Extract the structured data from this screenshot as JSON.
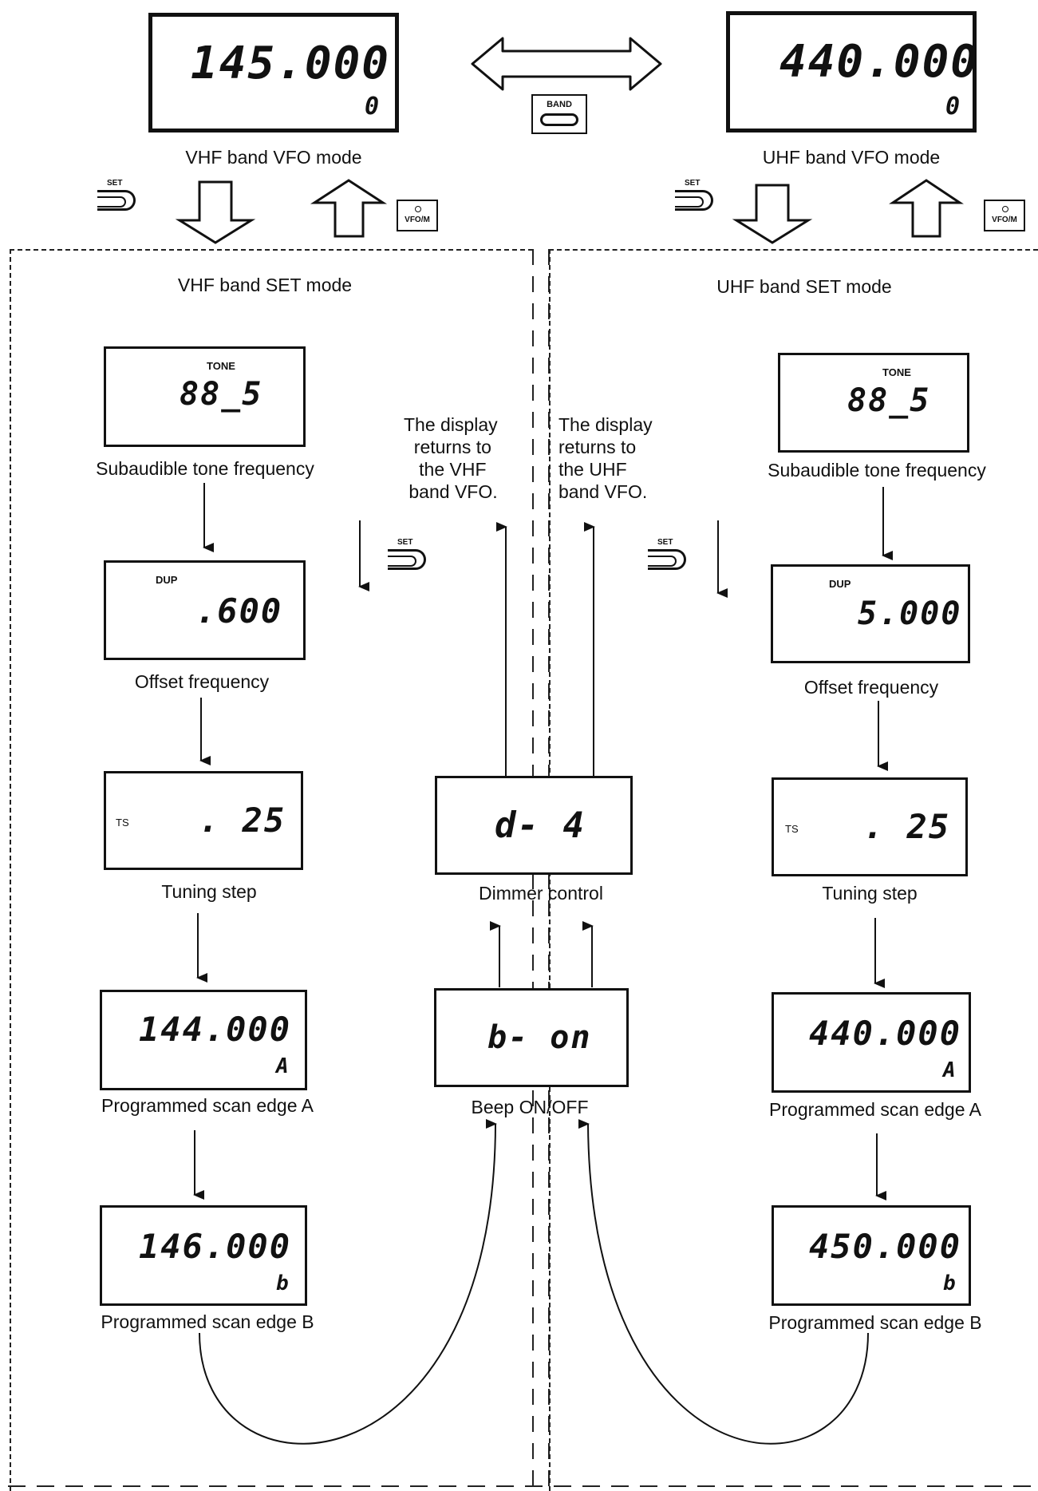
{
  "displays": {
    "vhf_vfo": {
      "value": "145.000",
      "sub": "0"
    },
    "uhf_vfo": {
      "value": "440.000",
      "sub": "0"
    },
    "vhf_tone": {
      "tag": "TONE",
      "value": "88_5"
    },
    "vhf_dup": {
      "tag": "DUP",
      "value": ".600"
    },
    "vhf_ts": {
      "tag": "TS",
      "value": ". 25"
    },
    "vhf_edge_a": {
      "value": "144.000",
      "sub": "A"
    },
    "vhf_edge_b": {
      "value": "146.000",
      "sub": "b"
    },
    "dimmer": {
      "value": "d- 4"
    },
    "beep": {
      "value": "b- on"
    },
    "uhf_tone": {
      "tag": "TONE",
      "value": "88_5"
    },
    "uhf_dup": {
      "tag": "DUP",
      "value": "5.000"
    },
    "uhf_ts": {
      "tag": "TS",
      "value": ". 25"
    },
    "uhf_edge_a": {
      "value": "440.000",
      "sub": "A"
    },
    "uhf_edge_b": {
      "value": "450.000",
      "sub": "b"
    }
  },
  "labels": {
    "vhf_vfo_mode": "VHF band VFO mode",
    "uhf_vfo_mode": "UHF band VFO mode",
    "vhf_set_mode": "VHF band SET mode",
    "uhf_set_mode": "UHF band SET mode",
    "vhf_tone": "Subaudible tone frequency",
    "vhf_offset": "Offset frequency",
    "vhf_ts": "Tuning step",
    "vhf_edge_a": "Programmed scan edge A",
    "vhf_edge_b": "Programmed scan edge B",
    "uhf_tone": "Subaudible tone frequency",
    "uhf_offset": "Offset frequency",
    "uhf_ts": "Tuning step",
    "uhf_edge_a": "Programmed scan edge A",
    "uhf_edge_b": "Programmed scan edge B",
    "dimmer": "Dimmer control",
    "beep": "Beep ON/OFF"
  },
  "notes": {
    "vhf_return": "The display\n  returns to\n   the VHF\n band VFO.",
    "uhf_return": "The display\nreturns to\nthe UHF\nband VFO."
  },
  "keys": {
    "band": "BAND",
    "set": "SET",
    "vfo_m": "VFO/M"
  }
}
